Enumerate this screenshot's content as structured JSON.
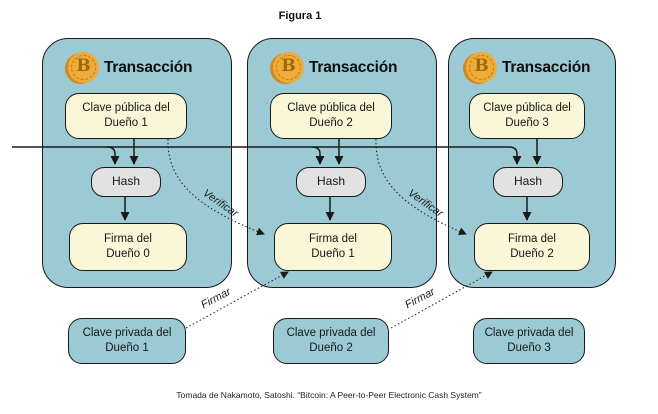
{
  "title": "Figura 1",
  "caption": "Tomada de Nakamoto, Satoshi. “Bitcoin: A Peer-to-Peer Electronic Cash System”",
  "icons": {
    "bitcoin_symbol": "B"
  },
  "arrows": {
    "verify_label": "Verificar",
    "sign_label": "Firmar"
  },
  "transactions": [
    {
      "label": "Transacción",
      "public_key_line1": "Clave pública del",
      "public_key_line2": "Dueño 1",
      "hash_label": "Hash",
      "signature_line1": "Firma del",
      "signature_line2": "Dueño 0"
    },
    {
      "label": "Transacción",
      "public_key_line1": "Clave pública del",
      "public_key_line2": "Dueño 2",
      "hash_label": "Hash",
      "signature_line1": "Firma del",
      "signature_line2": "Dueño 1"
    },
    {
      "label": "Transacción",
      "public_key_line1": "Clave pública del",
      "public_key_line2": "Dueño 3",
      "hash_label": "Hash",
      "signature_line1": "Firma del",
      "signature_line2": "Dueño 2"
    }
  ],
  "private_keys": [
    {
      "line1": "Clave privada del",
      "line2": "Dueño 1"
    },
    {
      "line1": "Clave privada del",
      "line2": "Dueño 2"
    },
    {
      "line1": "Clave privada del",
      "line2": "Dueño 3"
    }
  ],
  "colors": {
    "transaction_fill": "#9bcad5",
    "key_fill": "#faf7d8",
    "hash_fill": "#e2e2e2",
    "coin_gold": "#efab39",
    "line": "#1a1a1a"
  }
}
